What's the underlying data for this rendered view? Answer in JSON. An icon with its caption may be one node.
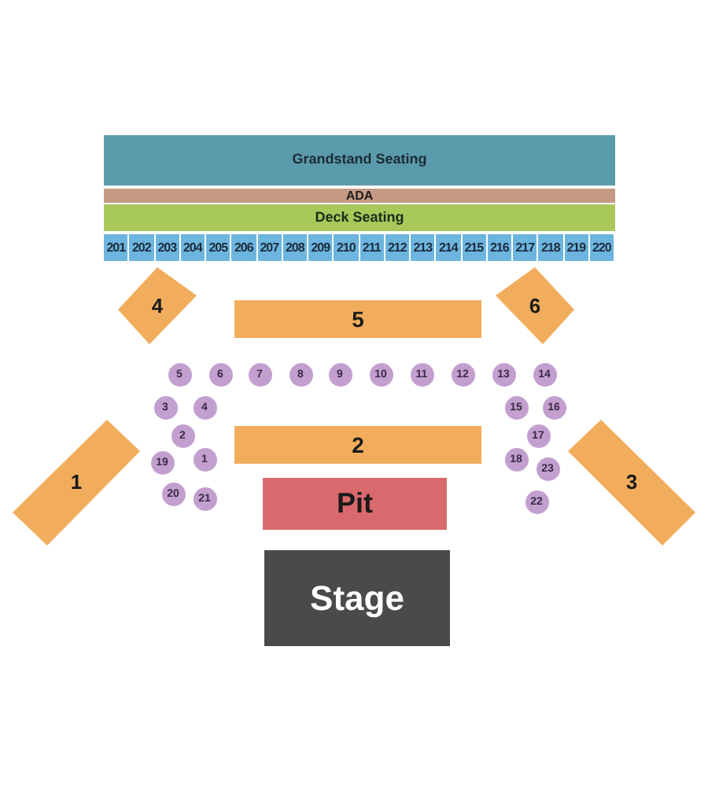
{
  "diagram": {
    "nodes": [
      {
        "text": [
          "Grandstand Seating"
        ]
      },
      {
        "text": [
          "ADA"
        ]
      },
      {
        "text": [
          "Deck Seating"
        ]
      },
      {
        "text": [
          "201"
        ]
      },
      {
        "text": [
          "202"
        ]
      },
      {
        "text": [
          "203"
        ]
      },
      {
        "text": [
          "204"
        ]
      },
      {
        "text": [
          "205"
        ]
      },
      {
        "text": [
          "206"
        ]
      },
      {
        "text": [
          "207"
        ]
      },
      {
        "text": [
          "208"
        ]
      },
      {
        "text": [
          "209"
        ]
      },
      {
        "text": [
          "210"
        ]
      },
      {
        "text": [
          "211"
        ]
      },
      {
        "text": [
          "212"
        ]
      },
      {
        "text": [
          "213"
        ]
      },
      {
        "text": [
          "214"
        ]
      },
      {
        "text": [
          "215"
        ]
      },
      {
        "text": [
          "216"
        ]
      },
      {
        "text": [
          "217"
        ]
      },
      {
        "text": [
          "218"
        ]
      },
      {
        "text": [
          "219"
        ]
      },
      {
        "text": [
          "220"
        ]
      },
      {
        "text": [
          "4"
        ]
      },
      {
        "text": [
          "5"
        ]
      },
      {
        "text": [
          "6"
        ]
      },
      {
        "text": [
          "5"
        ]
      },
      {
        "text": [
          "6"
        ]
      },
      {
        "text": [
          "7"
        ]
      },
      {
        "text": [
          "8"
        ]
      },
      {
        "text": [
          "9"
        ]
      },
      {
        "text": [
          "10"
        ]
      },
      {
        "text": [
          "11"
        ]
      },
      {
        "text": [
          "12"
        ]
      },
      {
        "text": [
          "13"
        ]
      },
      {
        "text": [
          "14"
        ]
      },
      {
        "text": [
          "3"
        ]
      },
      {
        "text": [
          "4"
        ]
      },
      {
        "text": [
          "15"
        ]
      },
      {
        "text": [
          "16"
        ]
      },
      {
        "text": [
          "2"
        ]
      },
      {
        "text": [
          "17"
        ]
      },
      {
        "text": [
          "1"
        ]
      },
      {
        "text": [
          "19"
        ]
      },
      {
        "text": [
          "1"
        ]
      },
      {
        "text": [
          "2"
        ]
      },
      {
        "text": [
          "18"
        ]
      },
      {
        "text": [
          "23"
        ]
      },
      {
        "text": [
          "3"
        ]
      },
      {
        "text": [
          "20"
        ]
      },
      {
        "text": [
          "21"
        ]
      },
      {
        "text": [
          "22"
        ]
      },
      {
        "text": [
          "Pit"
        ]
      },
      {
        "text": [
          "Stage"
        ]
      }
    ]
  }
}
